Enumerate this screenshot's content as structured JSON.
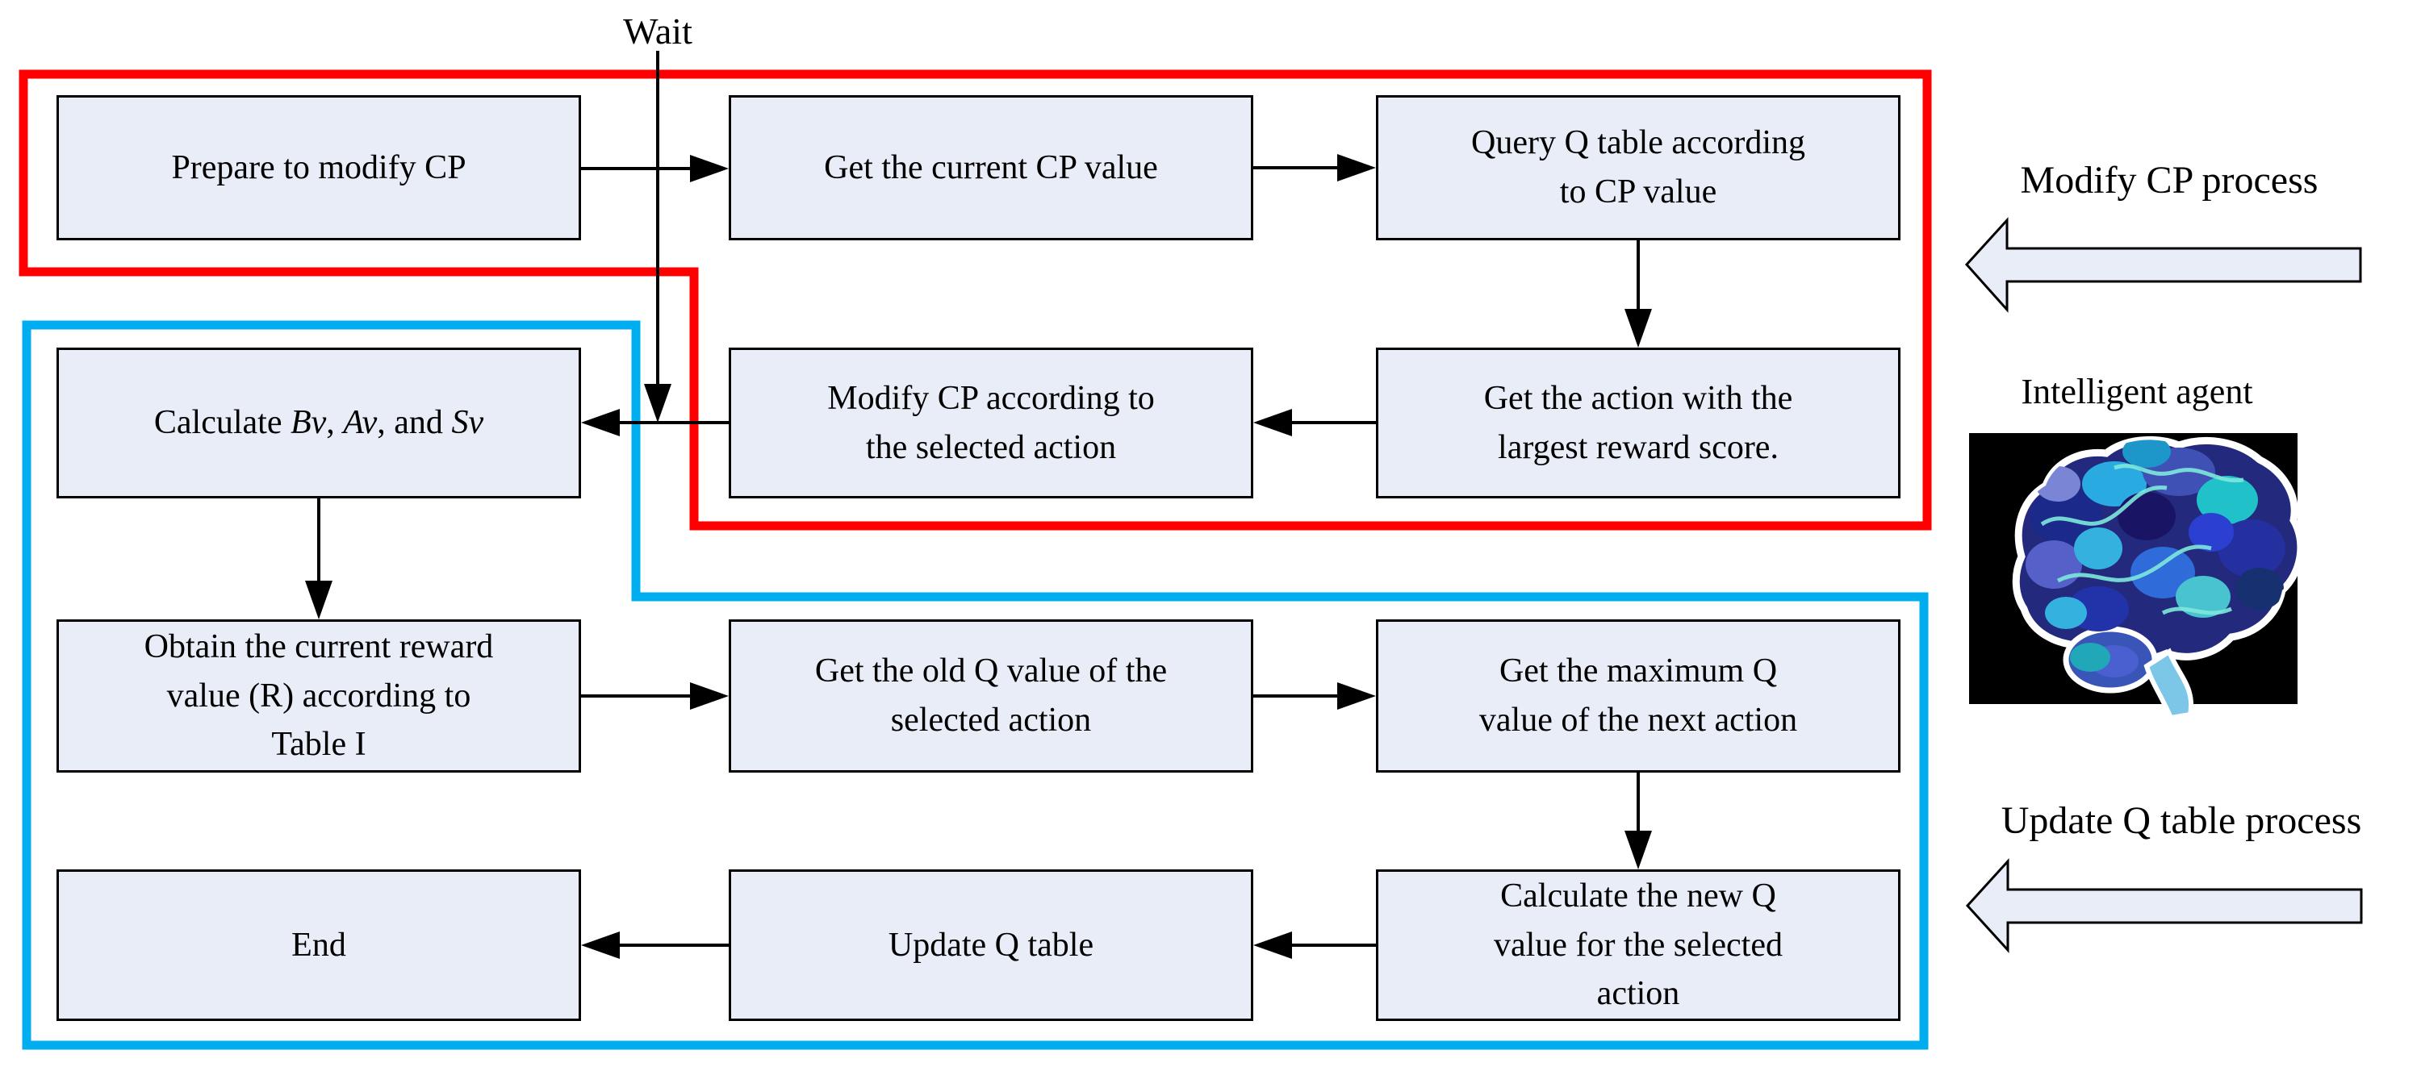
{
  "labels": {
    "wait": "Wait",
    "modify_process": "Modify CP process",
    "intelligent_agent": "Intelligent agent",
    "update_process": "Update Q table process"
  },
  "boxes": {
    "prepare": "Prepare to modify CP",
    "get_current_cp": "Get the current CP value",
    "query_q_table": "Query Q table according\nto CP value",
    "calculate_values": {
      "prefix": "Calculate ",
      "bv": "Bv",
      "sep1": ", ",
      "av": "Av",
      "sep2": ", and ",
      "sv": "Sv"
    },
    "modify_cp": "Modify CP according to\nthe selected action",
    "get_action": "Get the action with the\nlargest reward score.",
    "obtain_reward": "Obtain the current reward\nvalue (R) according to\nTable I",
    "get_old_q": "Get the old Q value of the\nselected action",
    "get_max_q": "Get the maximum Q\nvalue of the next action",
    "end": "End",
    "update_q_table": "Update Q table",
    "calc_new_q": "Calculate the new Q\nvalue for the selected\naction"
  },
  "colors": {
    "red": "#ff0000",
    "cyan": "#00aeef",
    "boxfill": "#e8edf8"
  },
  "icons": {
    "modify_arrow": "left-block-arrow-icon",
    "update_arrow": "left-block-arrow-icon",
    "brain": "brain-image"
  }
}
